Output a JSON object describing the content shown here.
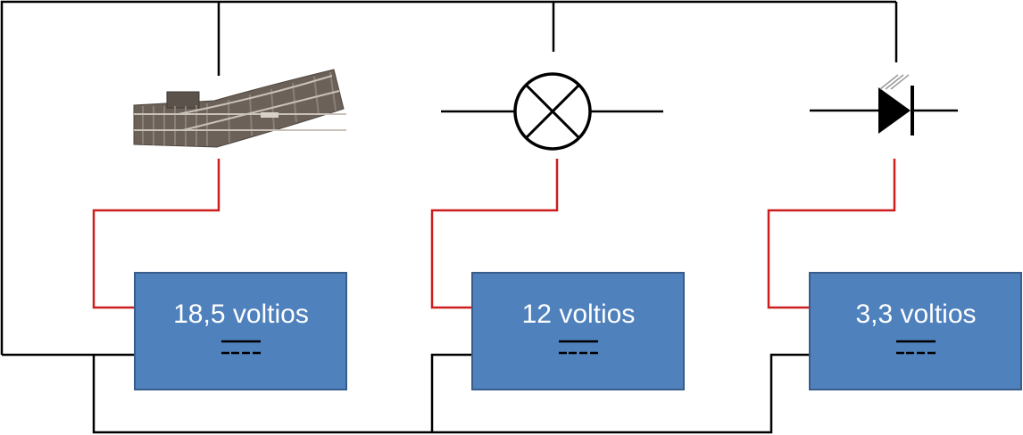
{
  "colors": {
    "background": "#ffffff",
    "wire_black": "#000000",
    "wire_red": "#cc1f1f",
    "box_fill": "#4f81bd",
    "box_stroke": "#385d8a",
    "track_dark": "#6b6158",
    "rail": "#b8b0a6"
  },
  "devices": [
    {
      "name": "turnout-track",
      "icon": "railway-turnout-track-icon"
    },
    {
      "name": "lamp",
      "icon": "lamp-symbol-icon"
    },
    {
      "name": "led",
      "icon": "led-symbol-icon"
    }
  ],
  "power_supplies": [
    {
      "label": "18,5 voltios",
      "dc_symbol": "DC"
    },
    {
      "label": "12 voltios",
      "dc_symbol": "DC"
    },
    {
      "label": "3,3 voltios",
      "dc_symbol": "DC"
    }
  ]
}
